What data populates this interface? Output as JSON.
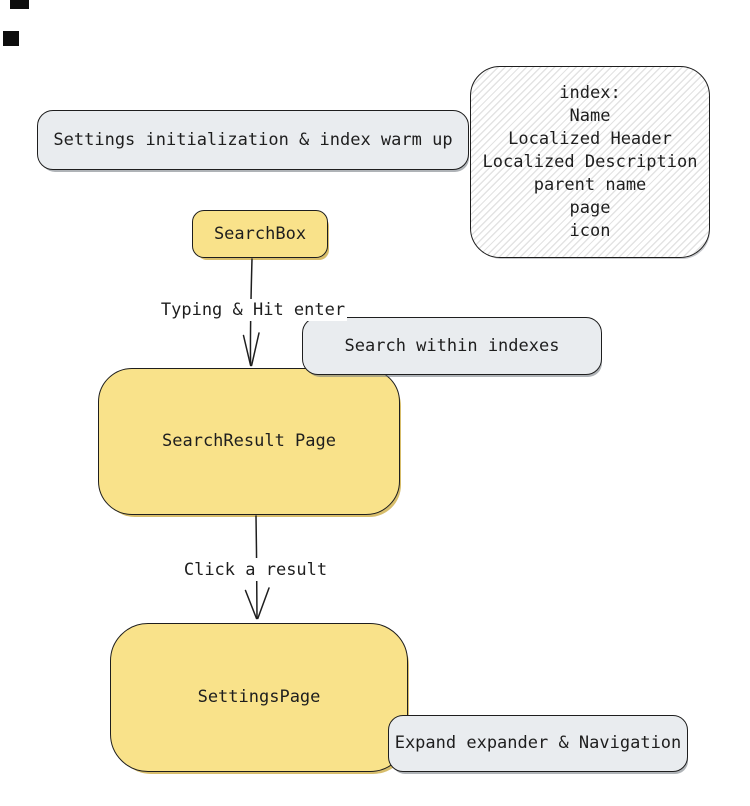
{
  "palette": {
    "stroke": "#1e1e1e",
    "yellow_fill": "#f9e28a",
    "gray_fill": "#e9ecef",
    "canvas_bg": "#ffffff",
    "text": "#1e1e1e"
  },
  "nodes": {
    "settings_init": {
      "label": "Settings initialization & index warm up"
    },
    "index_note": {
      "lines": [
        "index:",
        "Name",
        "Localized Header",
        "Localized Description",
        "parent name",
        "page",
        "icon"
      ]
    },
    "search_box": {
      "label": "SearchBox"
    },
    "search_within": {
      "label": "Search within indexes"
    },
    "search_result": {
      "label": "SearchResult Page"
    },
    "settings_page": {
      "label": "SettingsPage"
    },
    "expand_nav": {
      "label": "Expand expander & Navigation"
    }
  },
  "edges": {
    "typing": {
      "label": "Typing & Hit enter"
    },
    "click": {
      "label": "Click a result"
    }
  }
}
